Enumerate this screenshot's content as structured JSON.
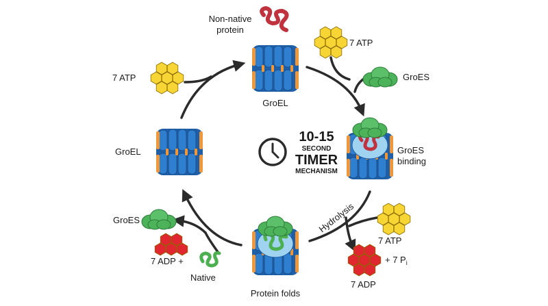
{
  "labels": {
    "non_native_line1": "Non-native",
    "non_native_line2": "protein",
    "groel_top": "GroEL",
    "groel_left": "GroEL",
    "atp_top_right": "7 ATP",
    "atp_top_left": "7 ATP",
    "atp_bottom_right": "7 ATP",
    "groes_right": "GroES",
    "groes_binding_line1": "GroES",
    "groes_binding_line2": "binding",
    "groes_left": "GroES",
    "hydrolysis": "Hydrolysis",
    "adp_right": "7 ADP",
    "pi_right": "+ 7 P",
    "pi_subscript": "i",
    "adp_left": "7 ADP +",
    "native": "Native",
    "protein_folds": "Protein folds"
  },
  "timer": {
    "line1": "10-15",
    "line2": "SECOND",
    "line3": "TIMER",
    "line4": "MECHANISM"
  },
  "colors": {
    "barrel_blue": "#2f7fd0",
    "barrel_orange": "#f0973a",
    "groes_green": "#4cb35a",
    "atp_yellow": "#f6d534",
    "adp_red": "#e0262f",
    "non_native_red": "#c0333e",
    "native_green": "#4caf50",
    "arrow": "#2b2b2b"
  }
}
